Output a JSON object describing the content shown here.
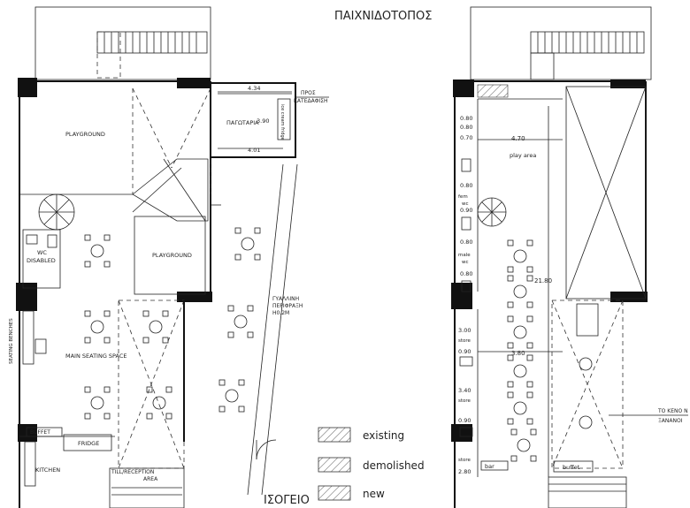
{
  "title": "ΠΑΙΧΝΙΔΟΤΟΠΟΣ",
  "floor_label": "ΙΣΟΓΕΙΟ",
  "left_plan": {
    "playground_1": "PLAYGROUND",
    "playground_2": "PLAYGROUND",
    "pagotaria": "ΠΑΓΩΤΑΡΙΑ",
    "fridge_vertical": "ice cream fridge",
    "dim_width": "4.34",
    "dim_height": "3.90",
    "dim_inner": "4.01",
    "pros_1": "ΠΡΟΣ",
    "pros_2": "ΚΑΤΕΔΑΦΙΣΗ",
    "wc_1": "WC",
    "wc_2": "DISABLED",
    "seating_benches": "SEATING BENCHES",
    "main_seating": "MAIN SEATING SPACE",
    "buffet": "BUFFET",
    "fridge": "FRIDGE",
    "kitchen": "KITCHEN",
    "reception": "TILL/RECEPTION",
    "area": "AREA",
    "glass_1": "ΓΥΑΛΛΙΝΗ",
    "glass_2": "ΠΕΡΙΦΡΑΞΗ",
    "glass_3": "H0.2M"
  },
  "right_plan": {
    "play_area": "play area",
    "dim_top": "4.70",
    "dim_long": "21.80",
    "dim_mid": "3.80",
    "wc_dims": [
      "0.80",
      "0.70",
      "0.80",
      "0.90",
      "0.80",
      "0.80",
      "0.80"
    ],
    "store_dims": [
      "3.00",
      "0.90",
      "3.40",
      "0.90",
      "2.80"
    ],
    "small_labels": [
      "fem",
      "wc",
      "male",
      "wc",
      "store",
      "store",
      "store"
    ],
    "bar": "bar",
    "buffet": "buffet",
    "note_1": "ΤΟ ΚΕΝΟ Ν",
    "note_2": "ΞΑΝΑΝΟΙ"
  },
  "legend": [
    {
      "label": "existing"
    },
    {
      "label": "demolished"
    },
    {
      "label": "new"
    }
  ]
}
